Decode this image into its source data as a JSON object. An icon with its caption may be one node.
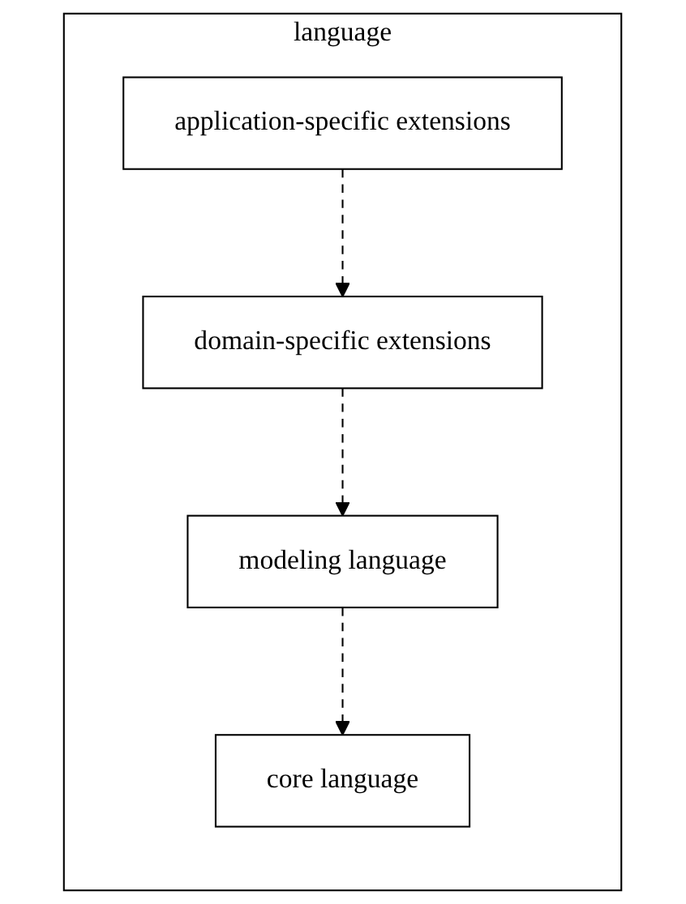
{
  "diagram": {
    "nodes": [
      {
        "text": [
          "language"
        ]
      },
      {
        "text": [
          "application-specific extensions"
        ],
        "in": 0
      },
      {
        "text": [
          "domain-specific extensions"
        ],
        "in": 0
      },
      {
        "text": [
          "modeling language"
        ],
        "in": 0
      },
      {
        "text": [
          "core language"
        ],
        "in": 0
      }
    ],
    "edges": [
      {
        "from": 1,
        "to": 2,
        "arrow": "to",
        "style": "dashed"
      },
      {
        "from": 2,
        "to": 3,
        "arrow": "to",
        "style": "dashed"
      },
      {
        "from": 3,
        "to": 4,
        "arrow": "to",
        "style": "dashed"
      }
    ]
  }
}
